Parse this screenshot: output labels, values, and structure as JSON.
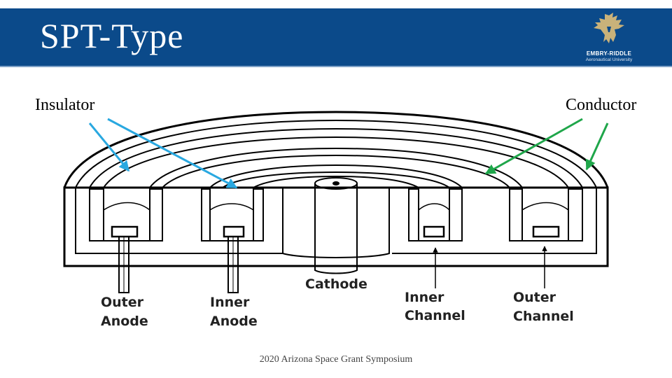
{
  "slide": {
    "title": "SPT-Type",
    "footer": "2020 Arizona Space Grant Symposium"
  },
  "logo": {
    "name": "EMBRY-RIDDLE",
    "subtitle": "Aeronautical University"
  },
  "labels": {
    "insulator": "Insulator",
    "conductor": "Conductor"
  },
  "diagram": {
    "cathode": "Cathode",
    "outer_anode": [
      "Outer",
      "Anode"
    ],
    "inner_anode": [
      "Inner",
      "Anode"
    ],
    "inner_channel": [
      "Inner",
      "Channel"
    ],
    "outer_channel": [
      "Outer",
      "Channel"
    ]
  },
  "colors": {
    "header": "#0b4a8a",
    "insulator_arrow": "#29a8e0",
    "conductor_arrow": "#1fa64a"
  }
}
